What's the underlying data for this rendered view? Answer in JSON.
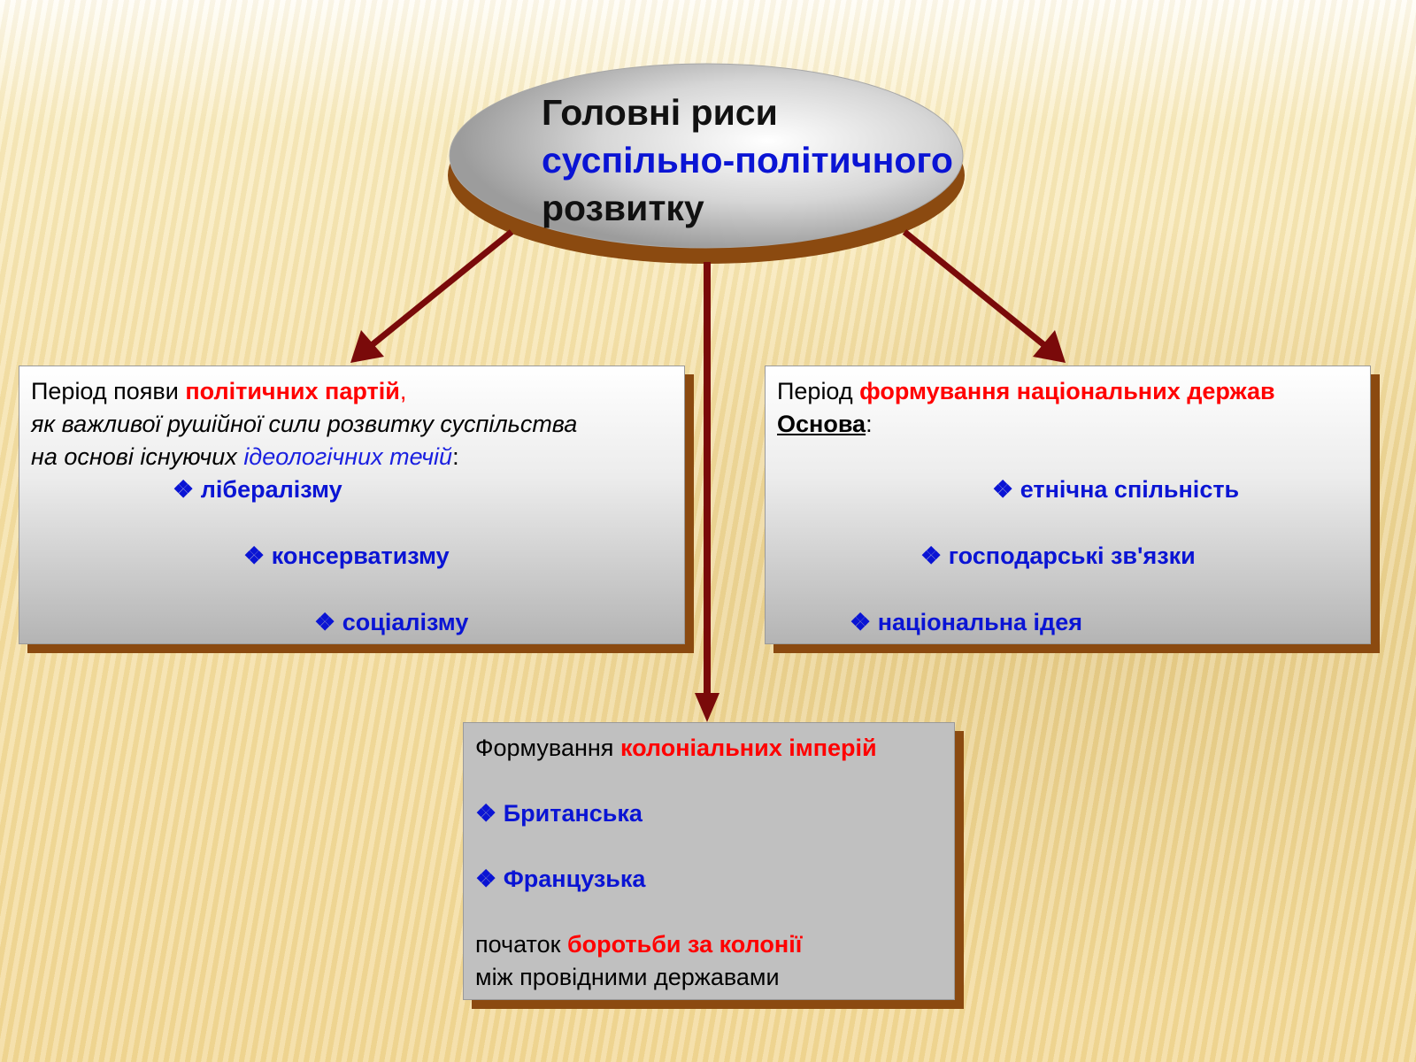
{
  "title": {
    "line1": "Головні риси",
    "line2": "суспільно-політичного",
    "line3": "розвитку"
  },
  "left_box": {
    "prefix": "Період появи",
    "highlight": "політичних партій",
    "comma": ",",
    "line2": "як важливої рушійної сили розвитку суспільства",
    "line3_prefix": "на основі існуючих",
    "line3_highlight": "ідеологічних течій",
    "line3_suffix": ":",
    "bullet_symbol": "❖",
    "items": [
      "лібералізму",
      "консерватизму",
      "соціалізму"
    ]
  },
  "right_box": {
    "prefix": "Період",
    "highlight": "формування національних держав",
    "basis_label": "Основа",
    "basis_colon": ":",
    "bullet_symbol": "❖",
    "items": [
      "етнічна спільність",
      "господарські зв'язки",
      "національна ідея"
    ]
  },
  "bottom_box": {
    "prefix": "Формування",
    "highlight": "колоніальних імперій",
    "bullet_symbol": "❖",
    "items": [
      "Британська",
      "Французька"
    ],
    "footer_prefix": "початок",
    "footer_highlight": "боротьби за колонії",
    "footer_line2": "між провідними державами"
  },
  "colors": {
    "arrow": "#7a0a0a",
    "shadow": "#8b4a10",
    "red_text": "#ff0000",
    "blue_text": "#0a14d4"
  }
}
